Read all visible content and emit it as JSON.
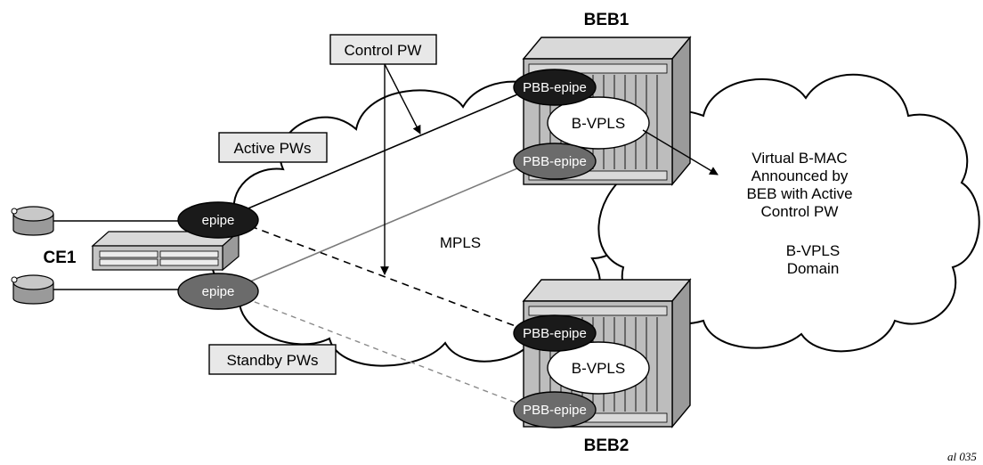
{
  "labels": {
    "beb1": "BEB1",
    "beb2": "BEB2",
    "ce1": "CE1",
    "control_pw": "Control PW",
    "active_pws": "Active PWs",
    "standby_pws": "Standby PWs",
    "mpls": "MPLS",
    "epipe_active": "epipe",
    "epipe_standby": "epipe",
    "beb1_pbb_top": "PBB-epipe",
    "beb1_pbb_bottom": "PBB-epipe",
    "beb1_bvpls": "B-VPLS",
    "beb2_pbb_top": "PBB-epipe",
    "beb2_pbb_bottom": "PBB-epipe",
    "beb2_bvpls": "B-VPLS",
    "vmac_line1": "Virtual B-MAC",
    "vmac_line2": "Announced by",
    "vmac_line3": "BEB with Active",
    "vmac_line4": "Control PW",
    "domain_line1": "B-VPLS",
    "domain_line2": "Domain",
    "figure_id": "al 035"
  },
  "colors": {
    "black_node": "#1a1a1a",
    "gray_node": "#6b6b6b",
    "box_fill": "#e8e8e8",
    "chassis_light": "#d9d9d9",
    "chassis_mid": "#bdbdbd",
    "chassis_dark": "#9a9a9a"
  }
}
